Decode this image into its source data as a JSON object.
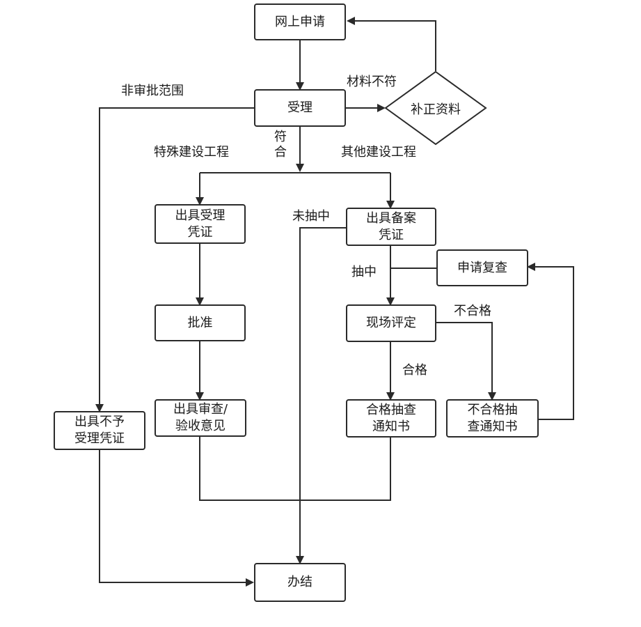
{
  "nodes": {
    "online_apply": "网上申请",
    "accept": "受理",
    "supplement": "补正资料",
    "accept_cert": "出具受理\n凭证",
    "record_cert": "出具备案\n凭证",
    "reinspect": "申请复查",
    "approve": "批准",
    "site_eval": "现场评定",
    "review_opinion": "出具审查/\n验收意见",
    "pass_notice": "合格抽查\n通知书",
    "fail_notice": "不合格抽\n查通知书",
    "reject_cert": "出具不予\n受理凭证",
    "finish": "办结"
  },
  "labels": {
    "material_mismatch": "材料不符",
    "not_in_scope": "非审批范围",
    "conform": "符\n合",
    "special_projects": "特殊建设工程",
    "other_projects": "其他建设工程",
    "not_selected": "未抽中",
    "selected": "抽中",
    "unqualified": "不合格",
    "qualified": "合格"
  },
  "colors": {
    "line": "#2a2a2a",
    "text": "#1a1a1a"
  }
}
